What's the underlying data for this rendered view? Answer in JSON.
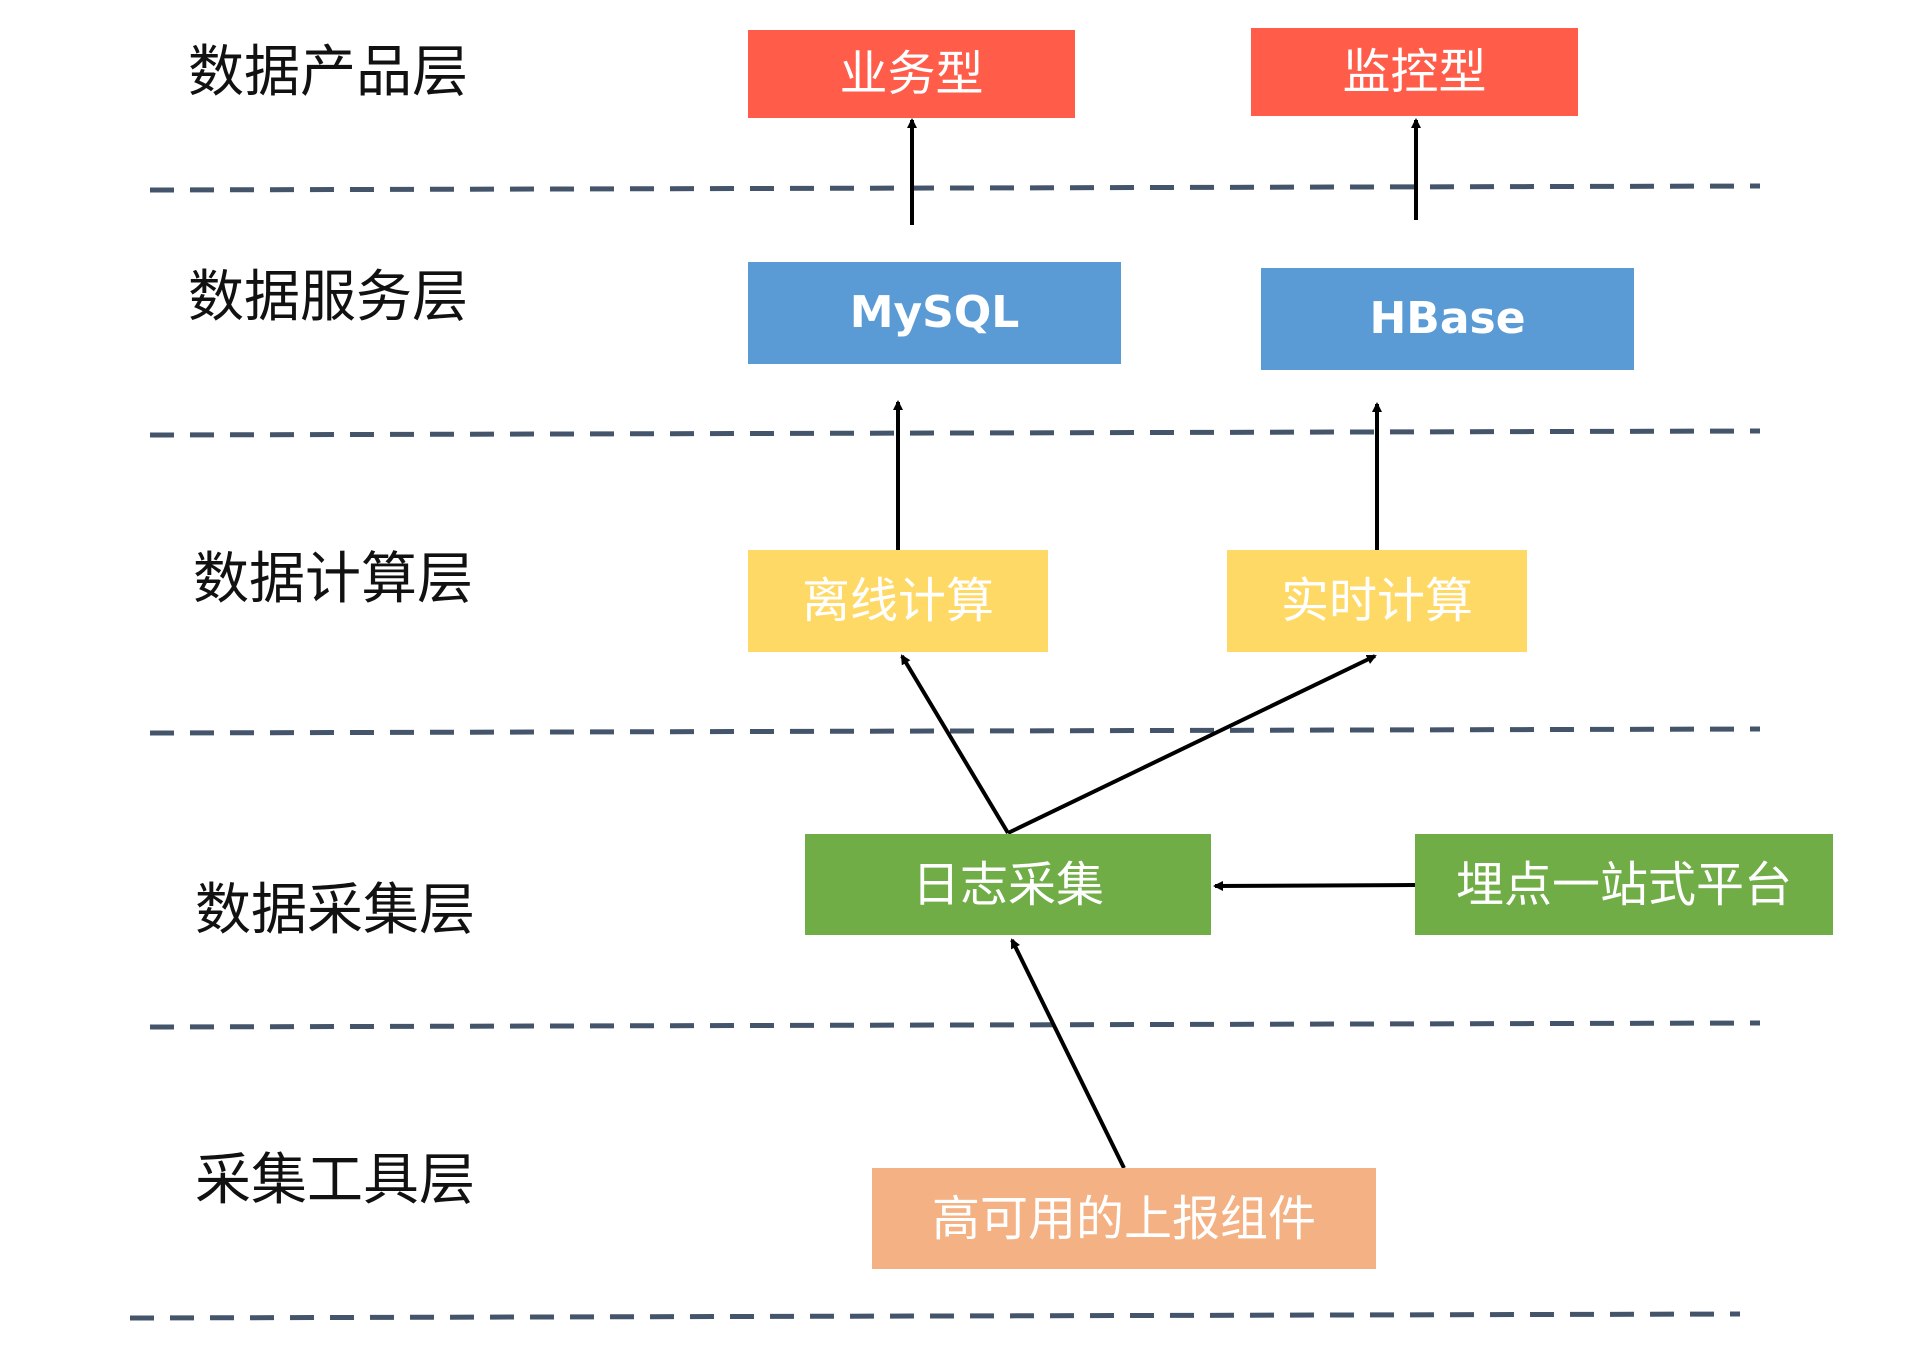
{
  "colors": {
    "product": "#FF5C4A",
    "service": "#5B9BD5",
    "compute": "#FFD966",
    "collect": "#70AD47",
    "tool": "#F4B183",
    "divider": "#44546A",
    "arrow": "#000000"
  },
  "layers": {
    "product": "数据产品层",
    "service": "数据服务层",
    "compute": "数据计算层",
    "collect": "数据采集层",
    "tool": "采集工具层"
  },
  "nodes": {
    "business": "业务型",
    "monitor": "监控型",
    "mysql": "MySQL",
    "hbase": "HBase",
    "offline": "离线计算",
    "realtime": "实时计算",
    "log_collect": "日志采集",
    "tracking_platform": "埋点一站式平台",
    "reporter": "高可用的上报组件"
  }
}
